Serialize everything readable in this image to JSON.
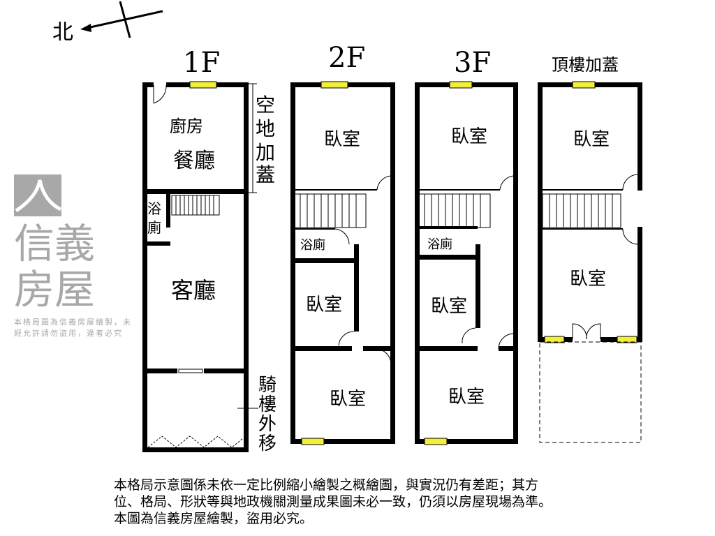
{
  "compass": {
    "label": "北"
  },
  "floors": [
    {
      "title": "1F",
      "rooms": [
        "廚房",
        "餐廳",
        "浴",
        "廁",
        "客廳"
      ],
      "side_labels": [
        "空",
        "地",
        "加",
        "蓋"
      ],
      "bottom_side_labels": [
        "騎",
        "樓",
        "外",
        "移"
      ]
    },
    {
      "title": "2F",
      "rooms": [
        "臥室",
        "浴廁",
        "臥室",
        "臥室"
      ]
    },
    {
      "title": "3F",
      "rooms": [
        "臥室",
        "浴廁",
        "臥室",
        "臥室"
      ]
    },
    {
      "title": "頂樓加蓋",
      "rooms": [
        "臥室",
        "臥室"
      ]
    }
  ],
  "watermark": {
    "brand": "信義房屋",
    "notice": "本格局圖為信義房屋繪製，未經允許請勿盜用，違者必究"
  },
  "footnote": [
    "本格局示意圖係未依一定比例縮小繪製之概繪圖，與實況仍有差距；其方",
    "位、格局、形狀等與地政機關測量成果圖未必一致，仍須以房屋現場為準。",
    "本圖為信義房屋繪製，盜用必究。"
  ],
  "colors": {
    "wall": "#000000",
    "window": "#f2ee3a",
    "watermark": "#9a9a9a"
  }
}
